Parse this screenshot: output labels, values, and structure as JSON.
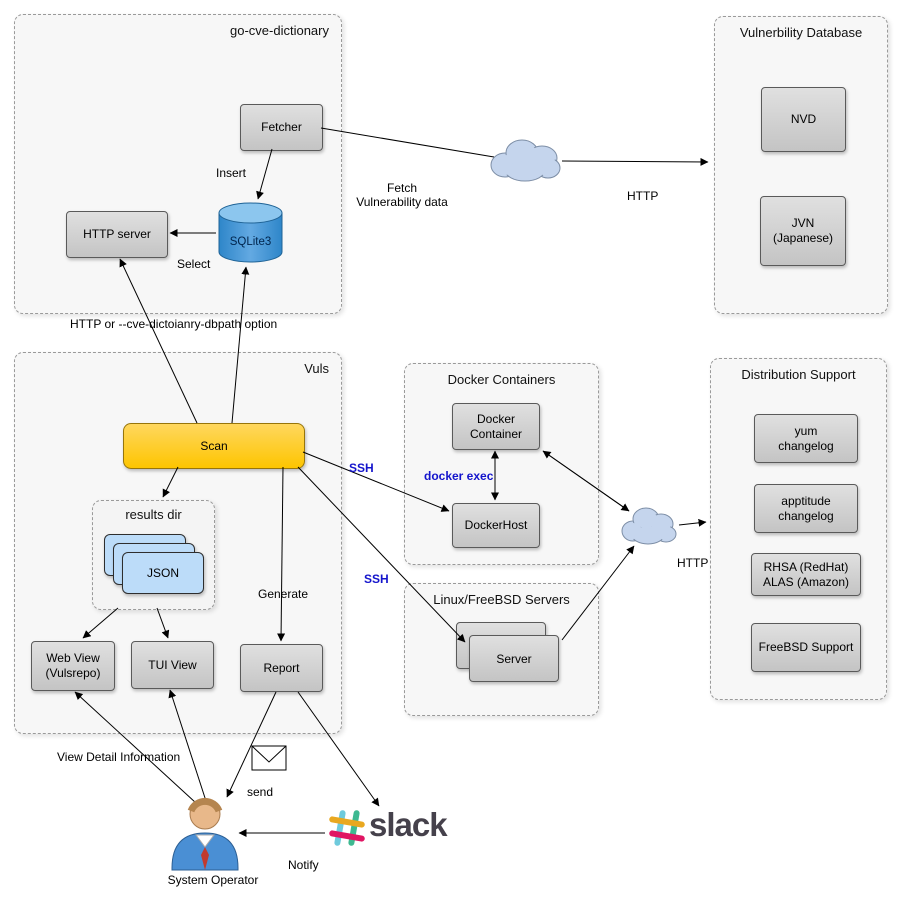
{
  "diagram": {
    "groups": {
      "go_cve_dictionary": {
        "title": "go-cve-dictionary"
      },
      "vulnerability_database": {
        "title": "Vulnerbility Database"
      },
      "vuls": {
        "title": "Vuls"
      },
      "docker_containers": {
        "title": "Docker Containers"
      },
      "linux_freebsd_servers": {
        "title": "Linux/FreeBSD Servers"
      },
      "distribution_support": {
        "title": "Distribution Support"
      },
      "results_dir": {
        "title": "results dir"
      }
    },
    "nodes": {
      "fetcher": "Fetcher",
      "http_server": "HTTP server",
      "sqlite3": "SQLite3",
      "nvd": "NVD",
      "jvn": "JVN\n(Japanese)",
      "scan": "Scan",
      "json": "JSON",
      "web_view": "Web View\n(Vulsrepo)",
      "tui_view": "TUI View",
      "report": "Report",
      "docker_container": "Docker\nContainer",
      "docker_host": "DockerHost",
      "server": "Server",
      "yum_changelog": "yum\nchangelog",
      "apptitude_changelog": "apptitude\nchangelog",
      "rhsa_alas": "RHSA (RedHat)\nALAS (Amazon)",
      "freebsd_support": "FreeBSD Support"
    },
    "edge_labels": {
      "insert": "Insert",
      "select": "Select",
      "fetch_vulnerability_data": "Fetch\nVulnerability data",
      "http_fetch": "HTTP",
      "http_or_dbpath": "HTTP or --cve-dictoianry-dbpath option",
      "ssh_docker": "SSH",
      "docker_exec": "docker exec",
      "ssh_server": "SSH",
      "generate": "Generate",
      "http_changelog": "HTTP",
      "view_detail": "View Detail Information",
      "send": "send",
      "notify": "Notify"
    },
    "misc": {
      "system_operator": "System Operator",
      "slack": "slack"
    },
    "colors": {
      "scan_fill": "#FDC500",
      "database_fill": "#2E86C9",
      "json_fill": "#BCDCF9",
      "node_fill": "#CCCCCC",
      "cloud_fill": "#C5D5ED",
      "label_blue": "#1414CC",
      "slack_teal": "#6ECADC",
      "slack_yellow": "#E9A820",
      "slack_green": "#3EB991",
      "slack_pink": "#E01563"
    }
  }
}
